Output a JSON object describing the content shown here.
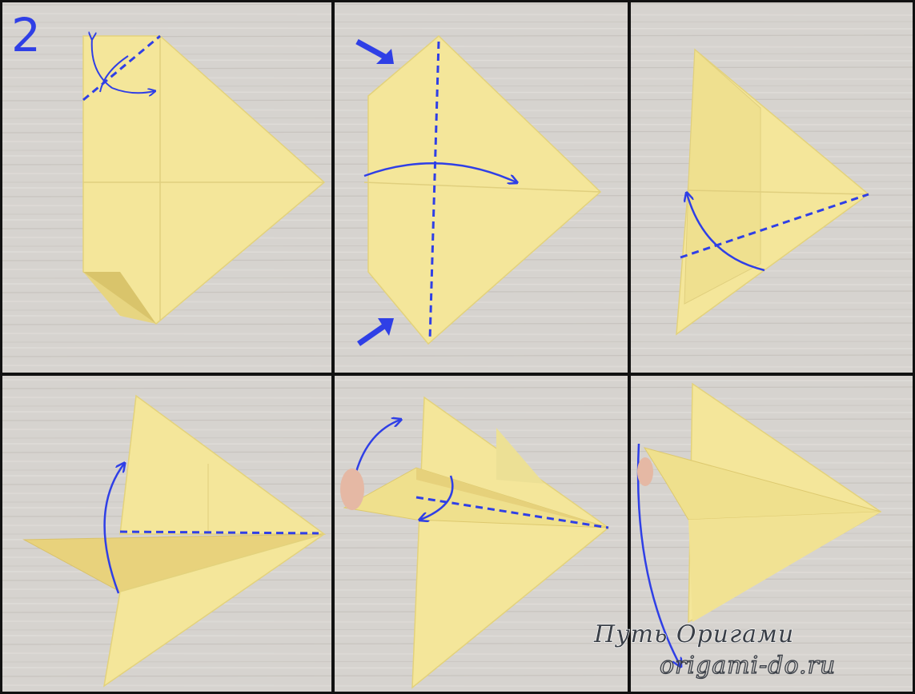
{
  "step_number": "2",
  "watermark": {
    "title": "Путь Оригами",
    "site": "origami-do.ru"
  },
  "colors": {
    "paper": "#f4e69a",
    "paper_shadow": "#e2cf78",
    "wood": "#d3d0cc",
    "guide_blue": "#2f3fe6",
    "panel_border": "#111111"
  },
  "panels": [
    {
      "step": "squash-fold corner",
      "icon": "kite-fold-icon"
    },
    {
      "step": "fold in half",
      "icon": "kite-fold-icon"
    },
    {
      "step": "fold edge up",
      "icon": "kite-fold-icon"
    },
    {
      "step": "fold wing up",
      "icon": "plane-fold-icon"
    },
    {
      "step": "fold nose and wing",
      "icon": "plane-fold-icon"
    },
    {
      "step": "finished plane",
      "icon": "plane-icon"
    }
  ]
}
